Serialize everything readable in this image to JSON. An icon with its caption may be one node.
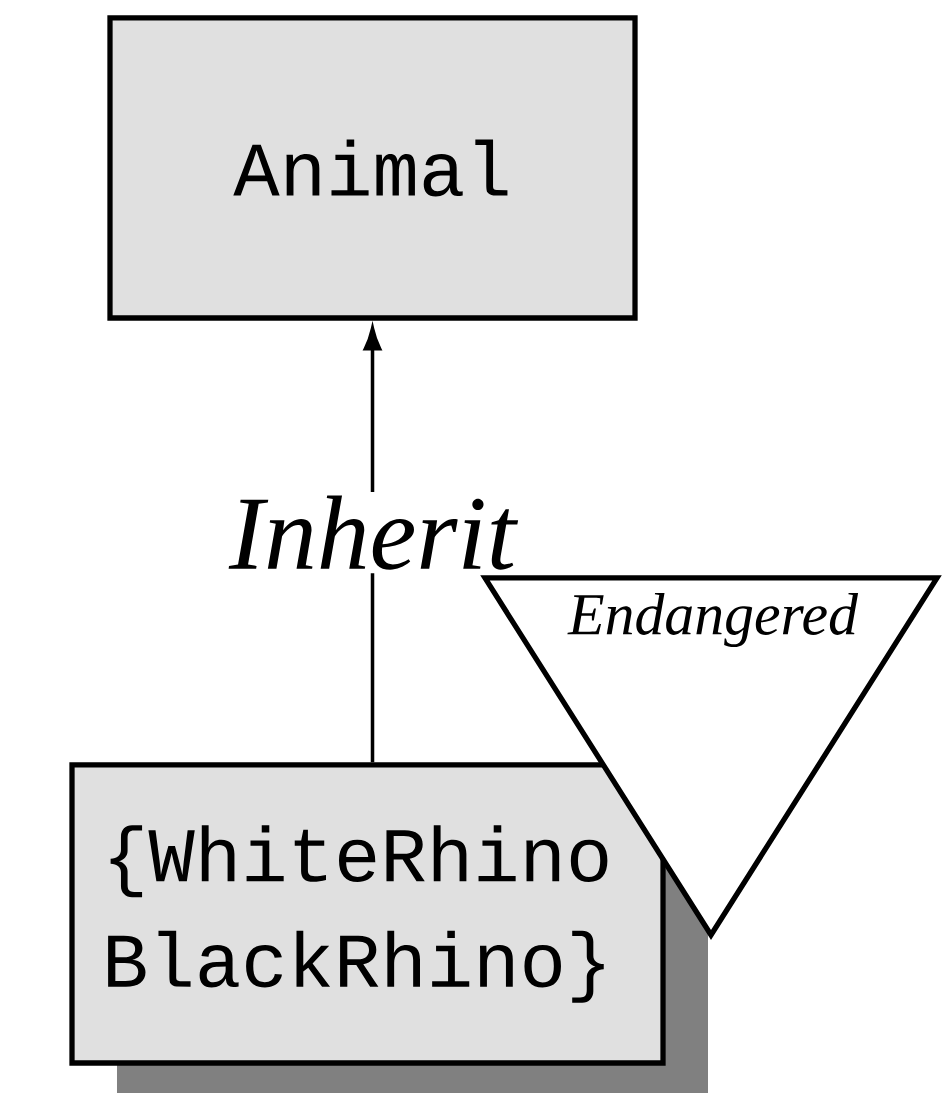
{
  "diagram": {
    "nodes": [
      {
        "text": [
          "Animal"
        ]
      },
      {
        "text": [
          "{WhiteRhino BlackRhino}"
        ]
      },
      {
        "text": [
          "Endangered"
        ]
      }
    ],
    "edges": [
      {
        "from": 1,
        "to": 0,
        "arrow": "to",
        "label": "Inherit"
      }
    ]
  }
}
